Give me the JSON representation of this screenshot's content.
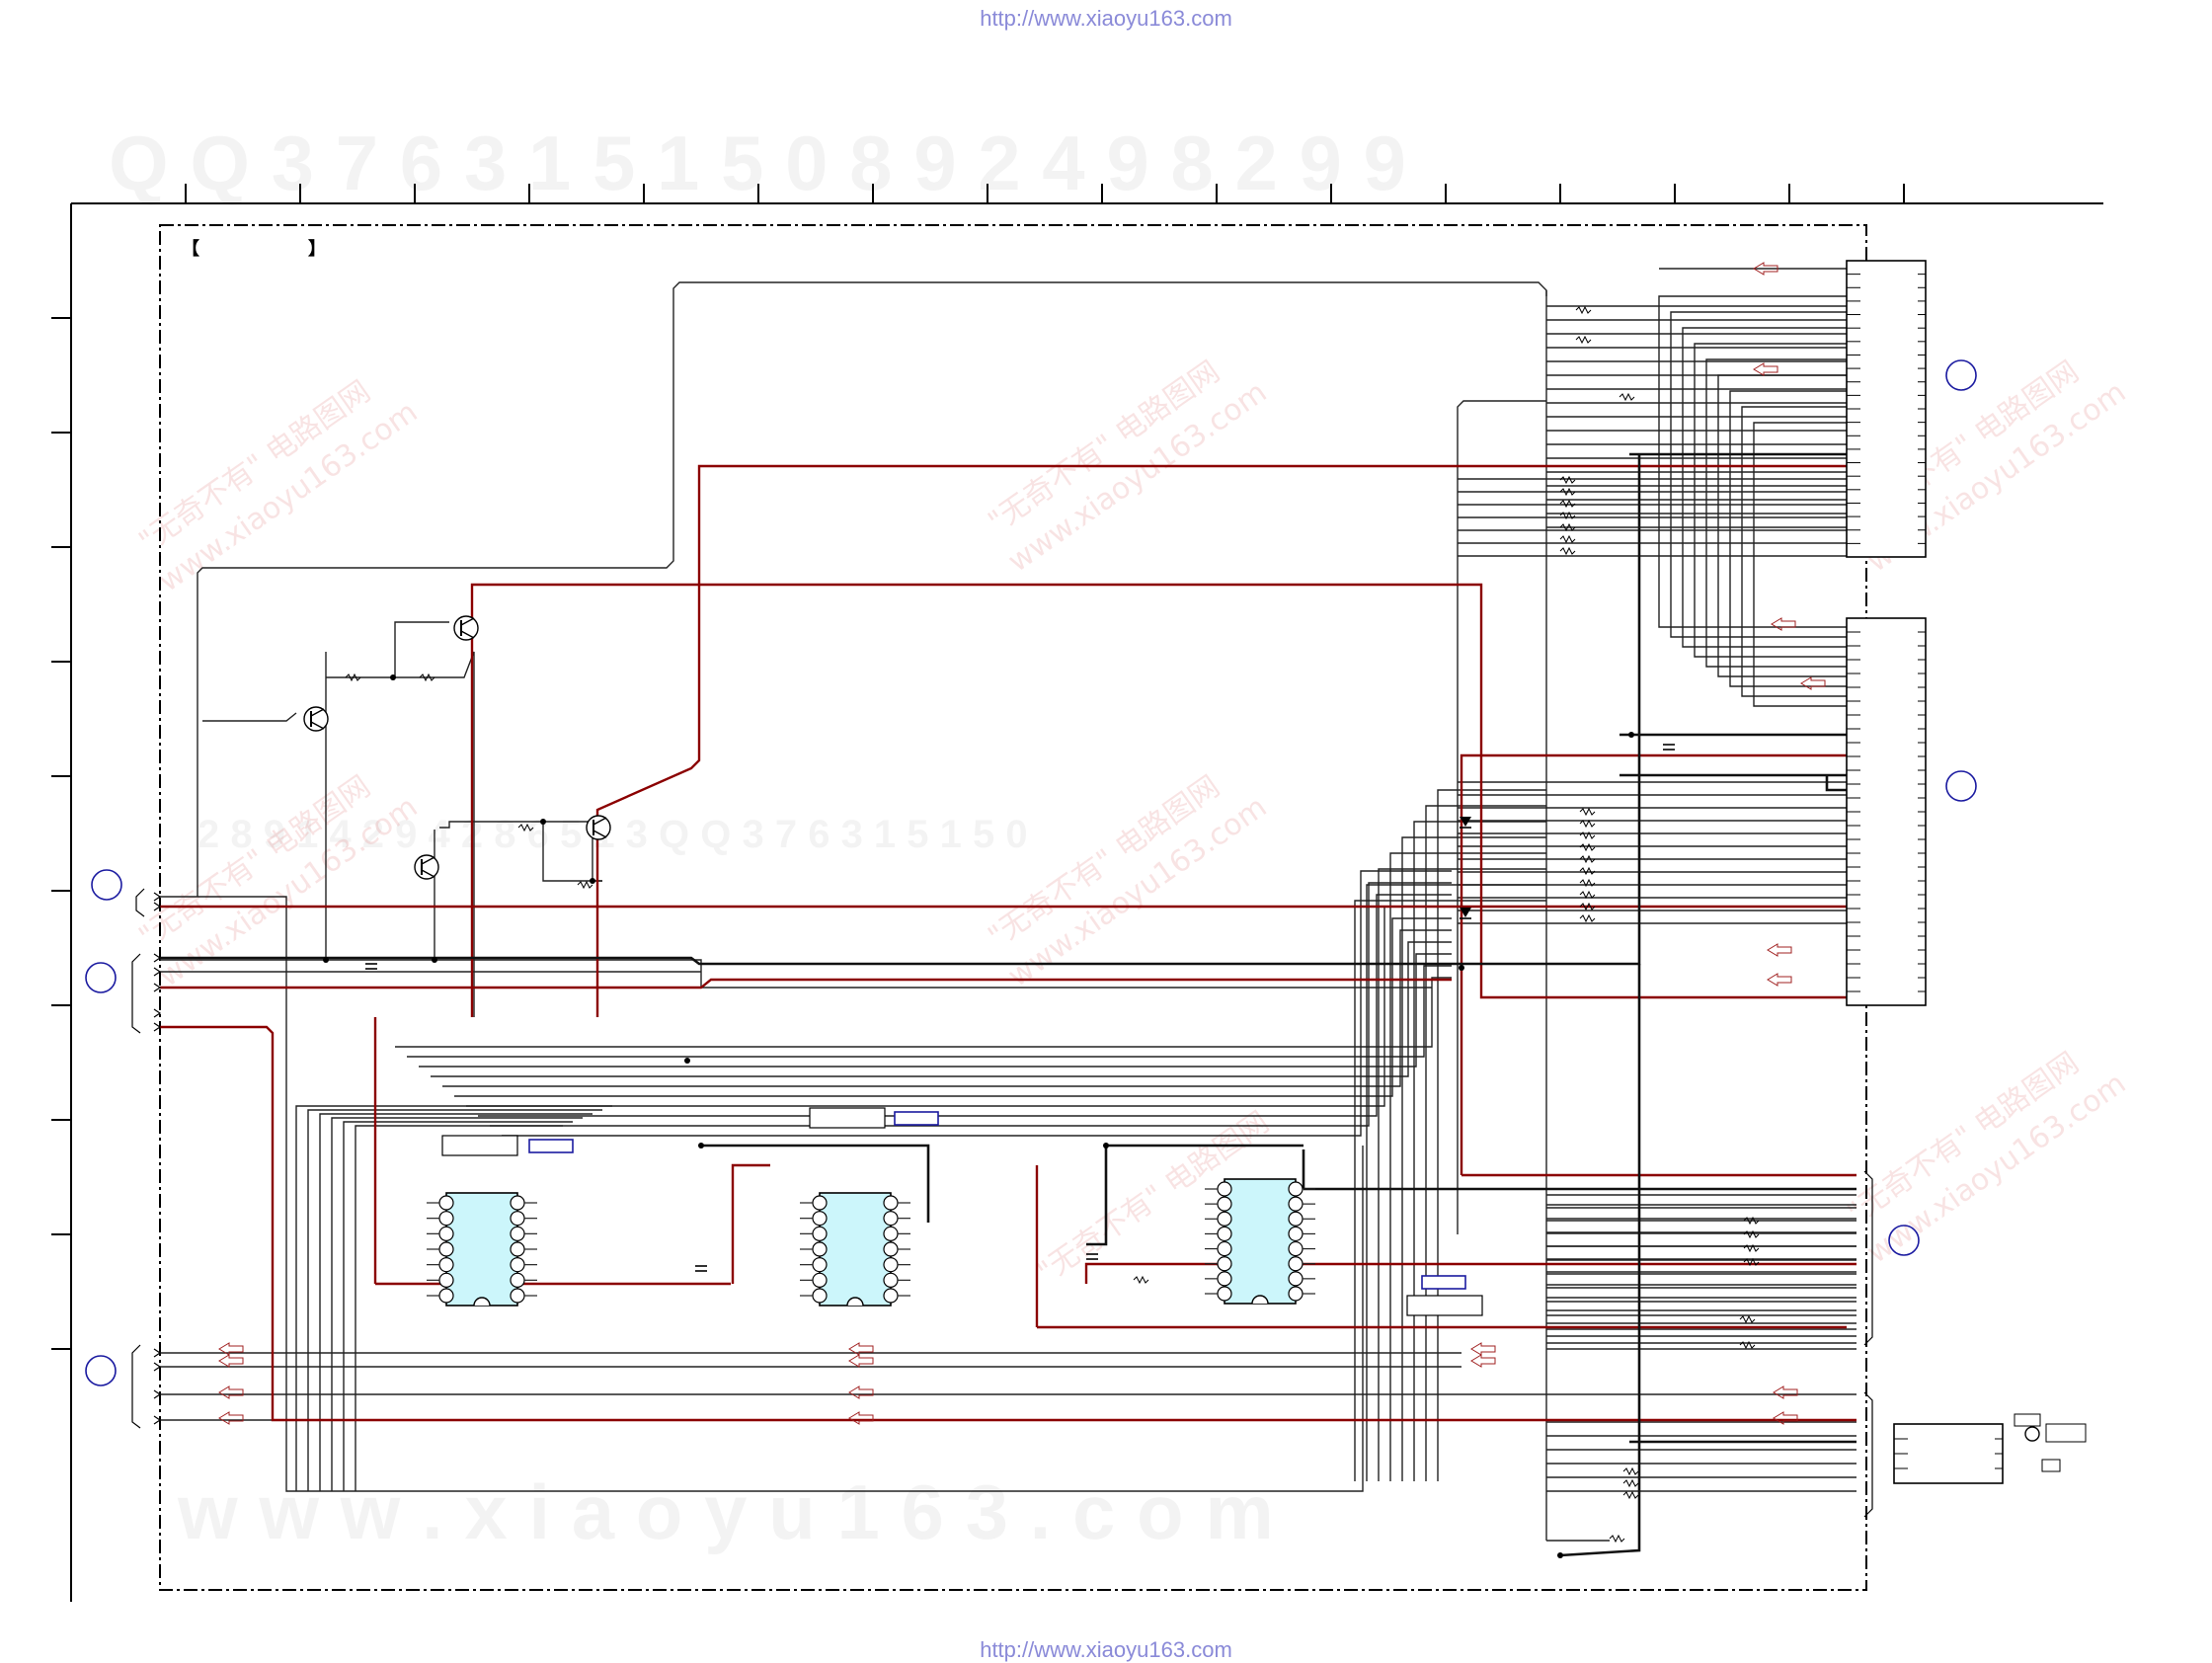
{
  "header_url": "http://www.xiaoyu163.com",
  "footer_url": "http://www.xiaoyu163.com",
  "watermark_top": "Q Q   3 7 6 3 1 5 1 5 0       8 9 2 4 9 8 2 9 9",
  "watermark_mid": "2 8 9 1 4 2 9 4 2 8 6 5 1 3       Q Q 3 7 6 3 1 5 1 5 0",
  "watermark_bottom": "w w w . x i a o y u 1 6 3 . c o m",
  "watermark_cn": "\"无奇不有\" 电路图网",
  "watermark_cn_url": "www.xiaoyu163.com",
  "block_label_open": "【",
  "block_label_close": "】",
  "colors": {
    "wire": "#222222",
    "power_wire": "#8b0000",
    "ic_fill": "#ccf6fb",
    "connector_circle": "#1a1aa0",
    "label_box": "#1a1aa0"
  }
}
